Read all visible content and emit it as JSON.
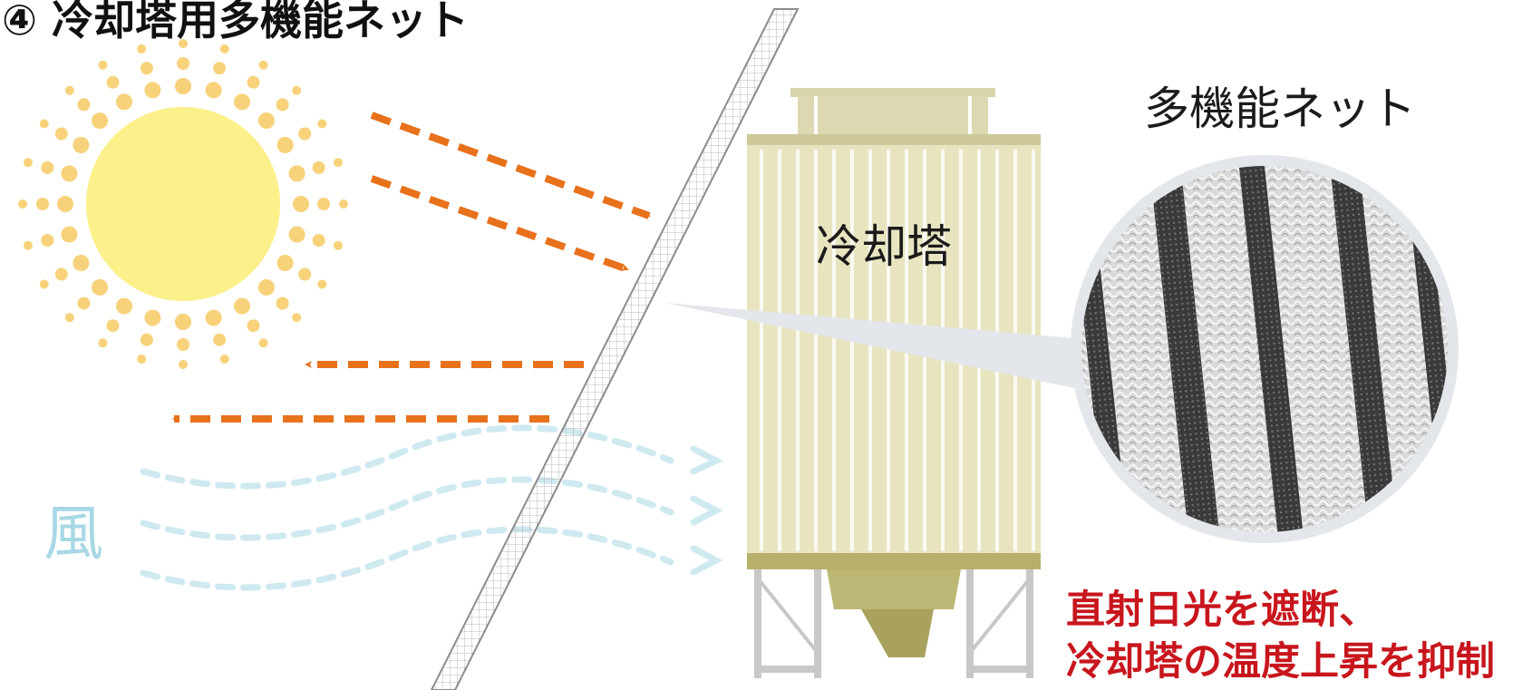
{
  "title": "④ 冷却塔用多機能ネット",
  "labels": {
    "cooling_tower": "冷却塔",
    "multi_net": "多機能ネット",
    "wind": "風"
  },
  "effect": {
    "line1": "直射日光を遮断、",
    "line2": "冷却塔の温度上昇を抑制"
  },
  "colors": {
    "sun": "#fbf08a",
    "sun_rays": "#f8d27a",
    "arrow": "#e8711c",
    "wind": "#cfe9f1",
    "tower_body": "#e8e4c0",
    "tower_base": "#b7b06a",
    "net_frame": "#8c8c8c",
    "effect_text": "#c8161d"
  },
  "icons": [
    "sun-icon",
    "net-icon",
    "cooling-tower-icon",
    "magnifier-circle-icon"
  ]
}
